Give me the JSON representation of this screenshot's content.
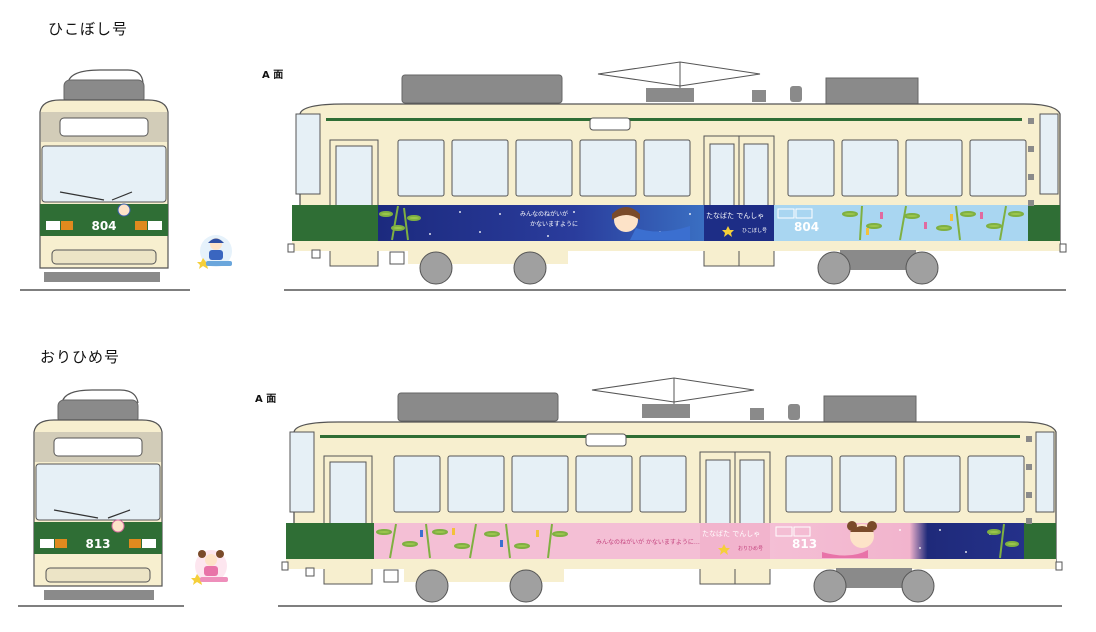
{
  "hikoboshi": {
    "title": "ひこぼし号",
    "side_label": "A 面",
    "car_number": "804",
    "wrap_text_wish_1": "みんなのねがいが",
    "wrap_text_wish_2": "かないますように",
    "wrap_text_name": "たなばた でんしゃ",
    "wrap_text_sub": "ひこぼし号"
  },
  "orihime": {
    "title": "おりひめ号",
    "side_label": "A 面",
    "car_number": "813",
    "wrap_text_wish": "みんなのねがいが かないますように…",
    "wrap_text_name": "たなばた でんしゃ",
    "wrap_text_sub": "おりひめ号"
  },
  "colors": {
    "cream": "#f7efcf",
    "green": "#2f6e35",
    "dark_green": "#225a2a",
    "gray": "#7d7d7d",
    "window": "#e6f0f6",
    "navy": "#1f2a7a",
    "sky": "#a9d6f1",
    "pink": "#f2b7cf"
  }
}
